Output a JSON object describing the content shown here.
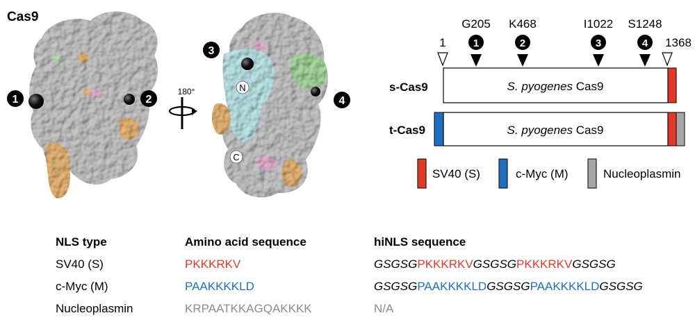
{
  "figure": {
    "title": "Cas9"
  },
  "structure": {
    "rotation_label": "180°",
    "left_markers": [
      "1",
      "2"
    ],
    "right_markers": [
      "3",
      "4"
    ],
    "terminus_n": "N",
    "terminus_c": "C"
  },
  "schematic": {
    "positions": [
      {
        "label": "1",
        "type": "open"
      },
      {
        "label": "G205",
        "badge": "1",
        "type": "filled"
      },
      {
        "label": "K468",
        "badge": "2",
        "type": "filled"
      },
      {
        "label": "I1022",
        "badge": "3",
        "type": "filled"
      },
      {
        "label": "S1248",
        "badge": "4",
        "type": "filled"
      },
      {
        "label": "1368",
        "type": "open"
      }
    ],
    "constructs": [
      {
        "name": "s-Cas9",
        "body_prefix": "S. pyogenes",
        "body_suffix": " Cas9"
      },
      {
        "name": "t-Cas9",
        "body_prefix": "S. pyogenes",
        "body_suffix": " Cas9"
      }
    ],
    "legend": [
      {
        "label": "SV40 (S)",
        "color": "#e23a26"
      },
      {
        "label": "c-Myc (M)",
        "color": "#1f6fc2"
      },
      {
        "label": "Nucleoplasmin",
        "color": "#a6a6a6"
      }
    ]
  },
  "table": {
    "headers": [
      "NLS type",
      "Amino acid sequence",
      "hiNLS sequence"
    ],
    "rows": [
      {
        "type": "SV40 (S)",
        "aa": "PKKKRKV",
        "aa_color": "#e23a26",
        "hinls": [
          {
            "t": "GSGSG",
            "style": "linker"
          },
          {
            "t": "PKKKRKV",
            "style": "nls"
          },
          {
            "t": "GSGSG",
            "style": "linker"
          },
          {
            "t": "PKKKRKV",
            "style": "nls"
          },
          {
            "t": "GSGSG",
            "style": "linker"
          }
        ]
      },
      {
        "type": "c-Myc (M)",
        "aa": "PAAKKKKLD",
        "aa_color": "#1f6fc2",
        "hinls": [
          {
            "t": "GSGSG",
            "style": "linker"
          },
          {
            "t": "PAAKKKKLD",
            "style": "nls"
          },
          {
            "t": "GSGSG",
            "style": "linker"
          },
          {
            "t": "PAAKKKKLD",
            "style": "nls"
          },
          {
            "t": "GSGSG",
            "style": "linker"
          }
        ]
      },
      {
        "type": "Nucleoplasmin",
        "aa": "KRPAATKKAGQAKKKK",
        "aa_color": "#8c8c8c",
        "hinls": [
          {
            "t": "N/A",
            "style": "na"
          }
        ]
      }
    ]
  }
}
